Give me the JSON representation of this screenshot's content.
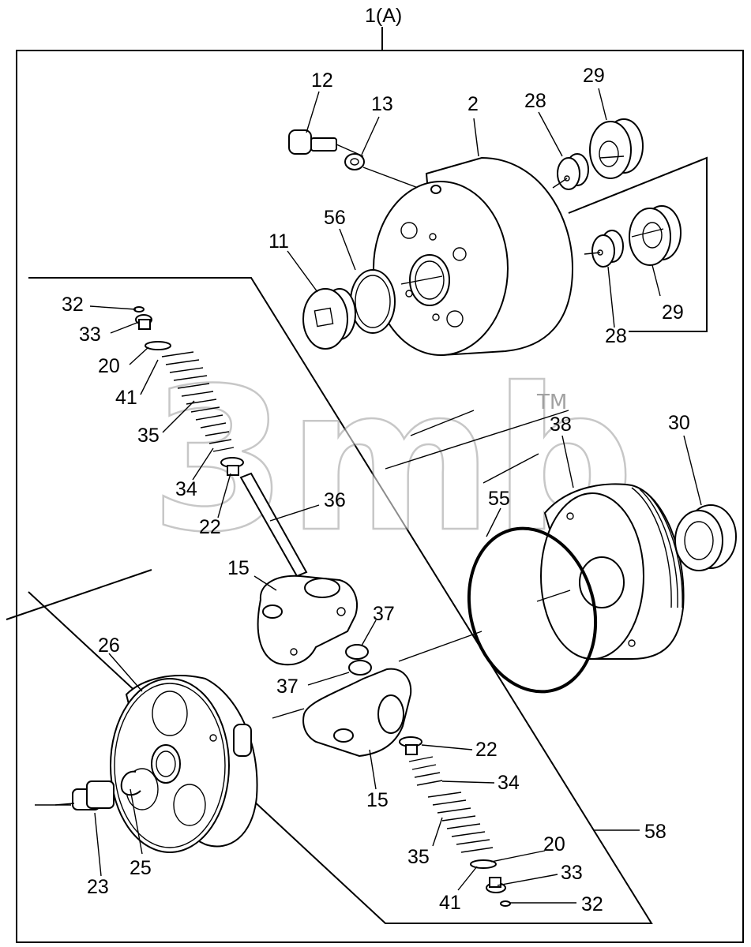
{
  "diagram": {
    "assembly_label": "1(A)",
    "watermark": "3mb",
    "watermark_tm": "TM",
    "callouts": {
      "p12": "12",
      "p13": "13",
      "p2": "2",
      "p28a": "28",
      "p29a": "29",
      "p56": "56",
      "p11": "11",
      "p29b": "29",
      "p28b": "28",
      "p32a": "32",
      "p33a": "33",
      "p20a": "20",
      "p41a": "41",
      "p35a": "35",
      "p34a": "34",
      "p22a": "22",
      "p36": "36",
      "p15a": "15",
      "p38": "38",
      "p30": "30",
      "p55": "55",
      "p37a": "37",
      "p37b": "37",
      "p26": "26",
      "p22b": "22",
      "p34b": "34",
      "p15b": "15",
      "p58": "58",
      "p23": "23",
      "p25": "25",
      "p35b": "35",
      "p20b": "20",
      "p33b": "33",
      "p41b": "41",
      "p32b": "32"
    }
  }
}
